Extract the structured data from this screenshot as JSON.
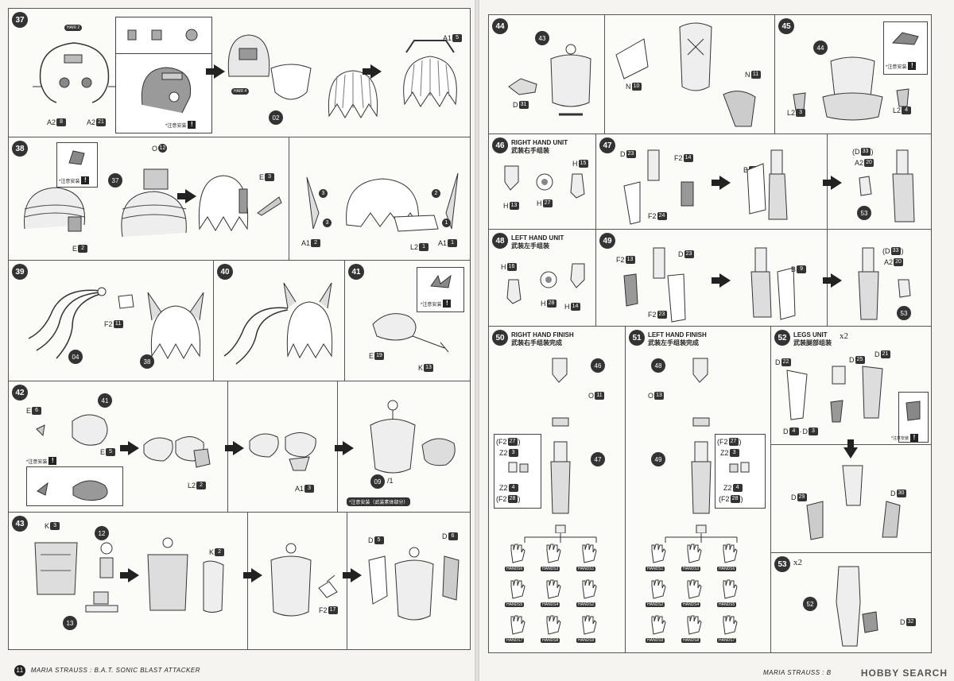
{
  "notes": {
    "caution": "*注意安装"
  },
  "panel37": {
    "step": "37",
    "hair2_tag": "HAIR 2",
    "hair4_tag": "HAIR 4",
    "part02": "02",
    "a2_8": "A2",
    "a2_8n": "8",
    "a2_21": "A2",
    "a2_21n": "21",
    "a1_5": "A1",
    "a1_5n": "5"
  },
  "panel38": {
    "step": "38",
    "ref37": "37",
    "o12": "O",
    "o12n": "12",
    "e3": "E",
    "e3n": "3",
    "e2": "E",
    "e2n": "2",
    "a1_2": "A1",
    "a1_2n": "2",
    "l2_1": "L2",
    "l2_1n": "1",
    "a1_1": "A1",
    "a1_1n": "1",
    "order1": "1",
    "order2": "2",
    "order3": "3"
  },
  "panel39": {
    "step": "39",
    "f2_11": "F2",
    "f2_11n": "11",
    "part04": "04",
    "ref38": "38"
  },
  "panel40": {
    "step": "40"
  },
  "panel41": {
    "step": "41",
    "e19": "E",
    "e19n": "19",
    "k13": "K",
    "k13n": "13"
  },
  "panel42": {
    "step": "42",
    "e6": "E",
    "e6n": "6",
    "e5": "E",
    "e5n": "5",
    "ref41": "41",
    "l2_2": "L2",
    "l2_2n": "2",
    "a1_3": "A1",
    "a1_3n": "3",
    "part09": "09",
    "part09x": "/1",
    "note": "*注意安装（武装素体部分）"
  },
  "panel43": {
    "step": "43",
    "k3": "K",
    "k3n": "3",
    "ref12": "12",
    "ref13": "13",
    "k2": "K",
    "k2n": "2",
    "f2_17": "F2",
    "f2_17n": "17",
    "d5": "D",
    "d5n": "5",
    "d6": "D",
    "d6n": "6"
  },
  "panel44": {
    "step": "44",
    "ref43": "43",
    "d31": "D",
    "d31n": "31",
    "n10": "N",
    "n10n": "10",
    "n11": "N",
    "n11n": "11"
  },
  "panel45": {
    "step": "45",
    "ref44": "44",
    "l2_3": "L2",
    "l2_3n": "3",
    "l2_4": "L2",
    "l2_4n": "4"
  },
  "panel46": {
    "step": "46",
    "title_en": "RIGHT HAND UNIT",
    "title_cn": "武装右手组装",
    "h15": "H",
    "h15n": "15",
    "h13": "H",
    "h13n": "13",
    "h27": "H",
    "h27n": "27"
  },
  "panel47": {
    "step": "47",
    "d23": "D",
    "d23n": "23",
    "f2_14": "F2",
    "f2_14n": "14",
    "f2_24": "F2",
    "f2_24n": "24",
    "b8": "B",
    "b8n": "8",
    "d33": "(D",
    "d33n": "33",
    "d33c": ")",
    "a2_20": "A2",
    "a2_20n": "20",
    "ref53": "53"
  },
  "panel48": {
    "step": "48",
    "title_en": "LEFT HAND UNIT",
    "title_cn": "武装左手组装",
    "h16": "H",
    "h16n": "16",
    "h28": "H",
    "h28n": "28",
    "h14": "H",
    "h14n": "14"
  },
  "panel49": {
    "step": "49",
    "f2_13": "F2",
    "f2_13n": "13",
    "d23": "D",
    "d23n": "23",
    "f2_23": "F2",
    "f2_23n": "23",
    "b9": "B",
    "b9n": "9",
    "d33": "(D",
    "d33n": "33",
    "d33c": ")",
    "a2_20": "A2",
    "a2_20n": "20",
    "ref53": "53"
  },
  "panel50": {
    "step": "50",
    "title_en": "RIGHT HAND FINISH",
    "title_cn": "武装右手组装完成",
    "ref46": "46",
    "o11": "O",
    "o11n": "11",
    "ref47": "47",
    "f2_27": "(F2",
    "f2_27n": "27",
    "f2_27c": ")",
    "z2_3": "Z2",
    "z2_3n": "3",
    "z2_4": "Z2",
    "z2_4n": "4",
    "f2_28": "(F2",
    "f2_28n": "28",
    "f2_28c": ")",
    "hands": [
      "HANDS6",
      "HANDS3",
      "HANDS1",
      "HANDS5",
      "HANDS4",
      "HANDS2",
      "HANDS7",
      "HANDS8",
      "HANDS9"
    ]
  },
  "panel51": {
    "step": "51",
    "title_en": "LEFT HAND FINISH",
    "title_cn": "武装左手组装完成",
    "ref48": "48",
    "o13": "O",
    "o13n": "13",
    "ref49": "49",
    "f2_27": "(F2",
    "f2_27n": "27",
    "f2_27c": ")",
    "z2_3": "Z2",
    "z2_3n": "3",
    "z2_4": "Z2",
    "z2_4n": "4",
    "f2_28": "(F2",
    "f2_28n": "28",
    "f2_28c": ")",
    "hands": [
      "HANDS1",
      "HANDS3",
      "HANDS6",
      "HANDS2",
      "HANDS4",
      "HANDS5",
      "HANDS9",
      "HANDS8",
      "HANDS7"
    ]
  },
  "panel52": {
    "step": "52",
    "title_en": "LEGS UNIT",
    "title_cn": "武装腿部组装",
    "mult": "x2",
    "d22": "D",
    "d22n": "22",
    "d25": "D",
    "d25n": "25",
    "d21": "D",
    "d21n": "21",
    "d4": "D",
    "d4n": "4",
    "d3": "D",
    "d3n": "3",
    "d29": "D",
    "d29n": "29",
    "d30": "D",
    "d30n": "30"
  },
  "panel53": {
    "step": "53",
    "mult": "x2",
    "ref52": "52",
    "d32": "D",
    "d32n": "32"
  },
  "footer": {
    "pagenum": "11",
    "left": "MARIA STRAUSS : B.A.T. SONIC BLAST ATTACKER",
    "right": "MARIA STRAUSS : B",
    "watermark": "HOBBY SEARCH"
  }
}
